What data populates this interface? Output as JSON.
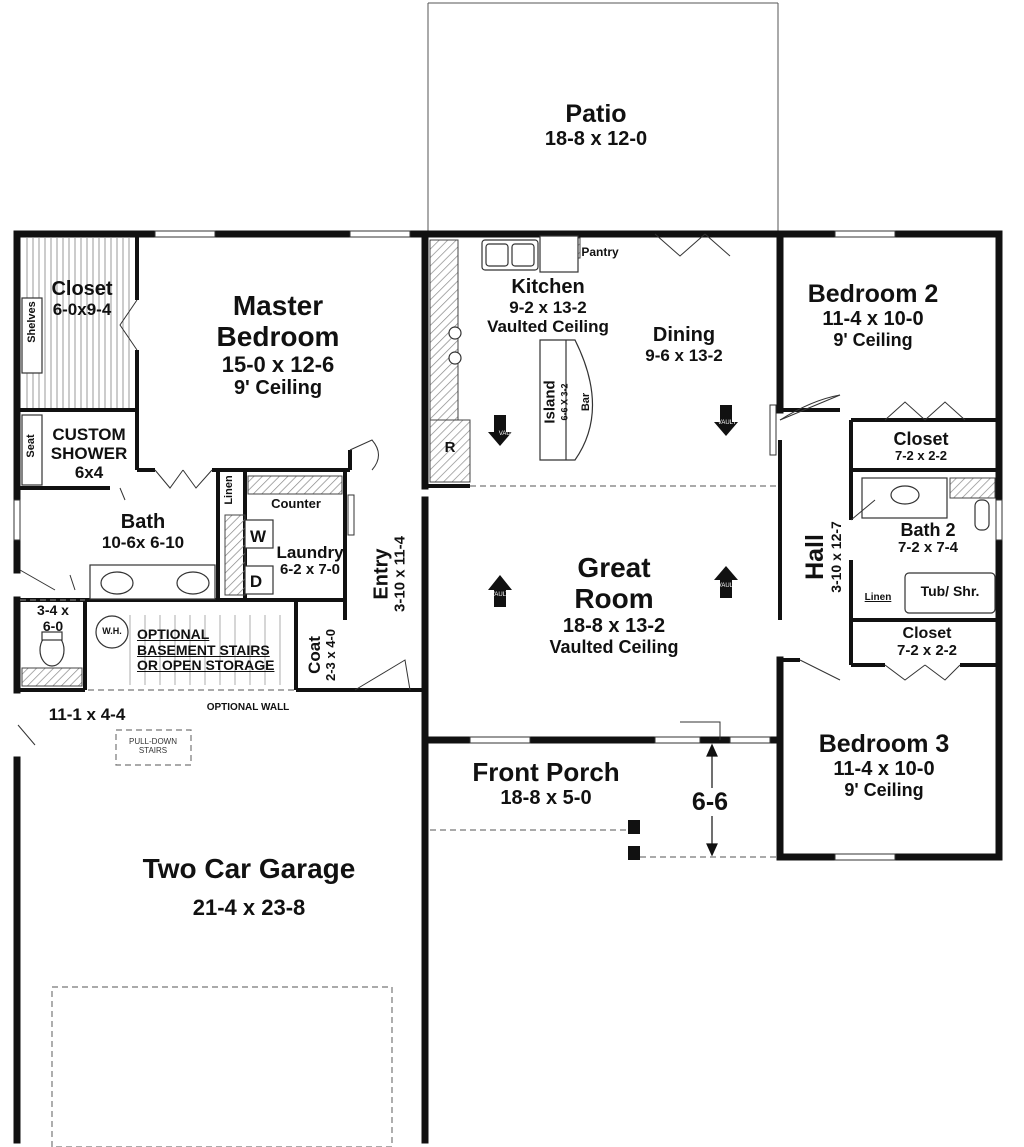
{
  "rooms": {
    "patio": {
      "name": "Patio",
      "dims": "18-8 x 12-0"
    },
    "closet_master": {
      "name": "Closet",
      "dims": "6-0x9-4"
    },
    "shelves": "Shelves",
    "master_bedroom": {
      "name1": "Master",
      "name2": "Bedroom",
      "dims": "15-0 x 12-6",
      "ceiling": "9' Ceiling"
    },
    "seat": "Seat",
    "custom_shower": {
      "name1": "CUSTOM",
      "name2": "SHOWER",
      "dims": "6x4"
    },
    "bath": {
      "name": "Bath",
      "dims": "10-6x 6-10"
    },
    "linen_master": "Linen",
    "counter": "Counter",
    "washer": "W",
    "dryer": "D",
    "laundry": {
      "name": "Laundry",
      "dims": "6-2 x 7-0"
    },
    "storage_small": {
      "dims1": "3-4 x",
      "dims2": "6-0"
    },
    "water_heater": "W.H.",
    "optional_stairs": {
      "line1": "OPTIONAL",
      "line2": "BASEMENT STAIRS",
      "line3": "OR OPEN STORAGE"
    },
    "coat": {
      "name": "Coat",
      "dims": "2-3 x 4-0"
    },
    "entry": {
      "name": "Entry",
      "dims": "3-10 x 11-4"
    },
    "hall_dim": "11-1 x 4-4",
    "optional_wall": "OPTIONAL WALL",
    "pulldown_stairs": {
      "line1": "PULL-DOWN",
      "line2": "STAIRS"
    },
    "kitchen": {
      "name": "Kitchen",
      "dims": "9-2 x 13-2",
      "ceiling": "Vaulted Ceiling"
    },
    "pantry": "Pantry",
    "refrigerator": "R",
    "island": {
      "name": "Island",
      "dims": "6-6 X 3-2"
    },
    "bar": "Bar",
    "dining": {
      "name": "Dining",
      "dims": "9-6 x 13-2"
    },
    "vault_label": "VAULT",
    "great_room": {
      "name1": "Great",
      "name2": "Room",
      "dims": "18-8 x 13-2",
      "ceiling": "Vaulted Ceiling"
    },
    "bedroom2": {
      "name": "Bedroom 2",
      "dims": "11-4 x 10-0",
      "ceiling": "9' Ceiling"
    },
    "closet_b2": {
      "name": "Closet",
      "dims": "7-2 x 2-2"
    },
    "bath2": {
      "name": "Bath 2",
      "dims": "7-2 x 7-4"
    },
    "hall": {
      "name": "Hall",
      "dims": "3-10 x 12-7"
    },
    "linen_hall": "Linen",
    "tub": "Tub/ Shr.",
    "closet_b3": {
      "name": "Closet",
      "dims": "7-2 x 2-2"
    },
    "bedroom3": {
      "name": "Bedroom 3",
      "dims": "11-4 x 10-0",
      "ceiling": "9' Ceiling"
    },
    "front_porch": {
      "name": "Front Porch",
      "dims": "18-8 x 5-0"
    },
    "porch_depth": "6-6",
    "garage": {
      "name": "Two Car Garage",
      "dims": "21-4 x 23-8"
    }
  },
  "colors": {
    "wall": "#111111",
    "line": "#333333",
    "hatch": "#888888",
    "bg": "#ffffff"
  }
}
